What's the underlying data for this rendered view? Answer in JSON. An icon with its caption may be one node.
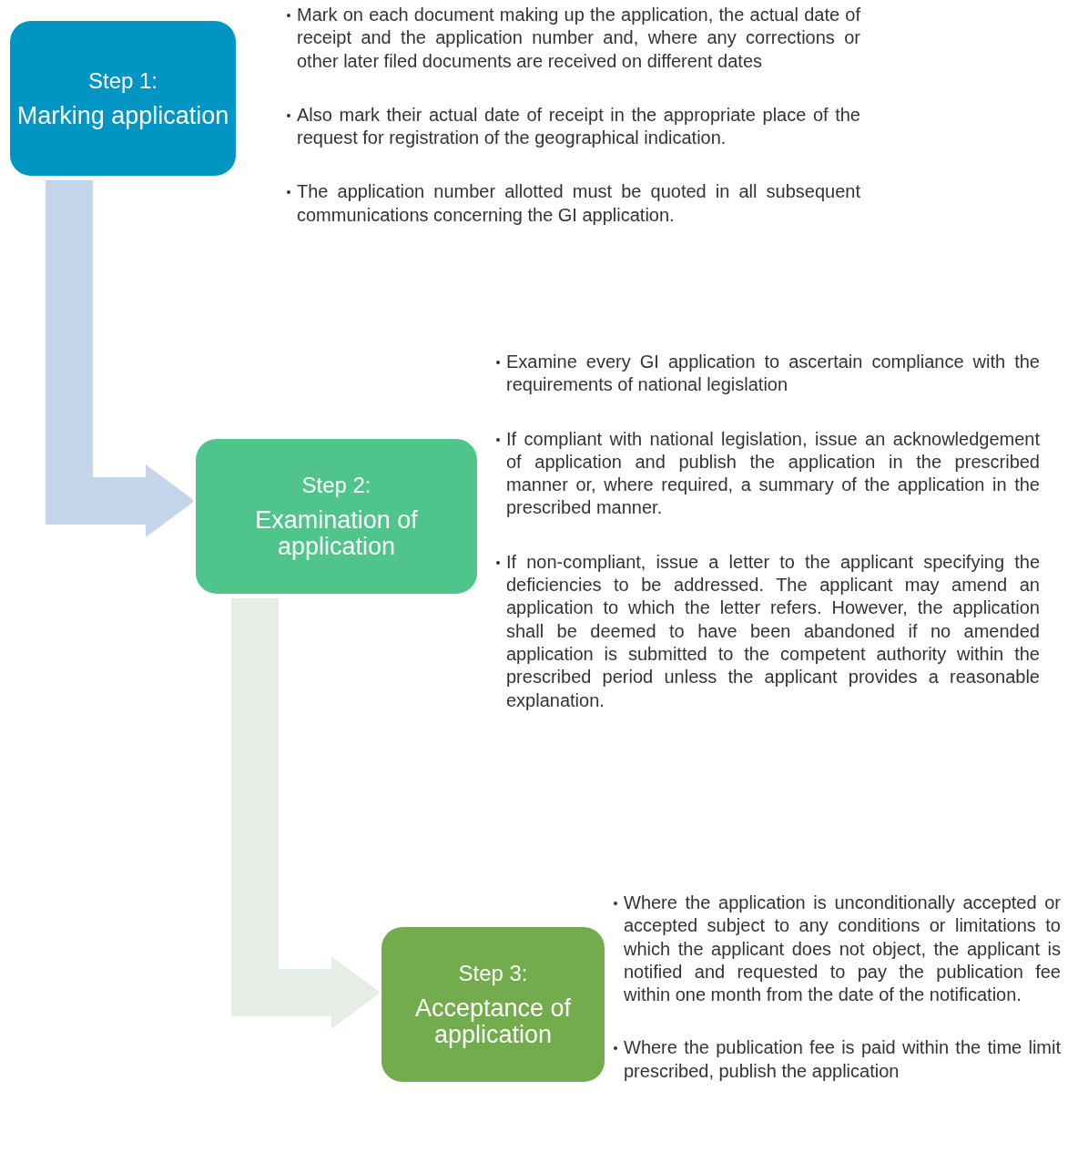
{
  "diagram": {
    "nodes": [
      {
        "text": [
          "Step 1:",
          "Marking application"
        ],
        "beside": [
          "Mark on each document making up the application, the actual date of receipt and the application number and, where any corrections or other later filed documents are received on different dates",
          "Also mark their actual date of receipt in the appropriate place of the request for registration of the geographical indication.",
          "The application number allotted must be quoted in all subsequent communications concerning the GI application."
        ]
      },
      {
        "text": [
          "Step 2:",
          "Examination of application"
        ],
        "beside": [
          "Examine every GI application to ascertain compliance with the requirements of national legislation",
          "If compliant with national legislation, issue an acknowledgement of application and publish the application in the prescribed manner or, where required, a summary of the application in the prescribed manner.",
          "If non-compliant, issue a letter to the applicant specifying the deficiencies to be addressed.  The applicant may amend an application to which the letter refers. However, the application shall be deemed to have been abandoned if no amended application is submitted to the competent authority within the prescribed period unless the applicant provides a reasonable explanation."
        ]
      },
      {
        "text": [
          "Step 3:",
          "Acceptance of application"
        ],
        "beside": [
          "Where the application is unconditionally accepted or accepted subject to any conditions or limitations to which the applicant does not object, the applicant is notified and requested to pay the publication fee within one month from the date of the notification.",
          "Where the publication fee is paid within the time limit prescribed, publish the application"
        ]
      }
    ],
    "edges": [
      {
        "from": 0,
        "to": 1,
        "arrow": "to",
        "color": "#c5d5ea"
      },
      {
        "from": 1,
        "to": 2,
        "arrow": "to",
        "color": "#e6ece6"
      }
    ]
  }
}
